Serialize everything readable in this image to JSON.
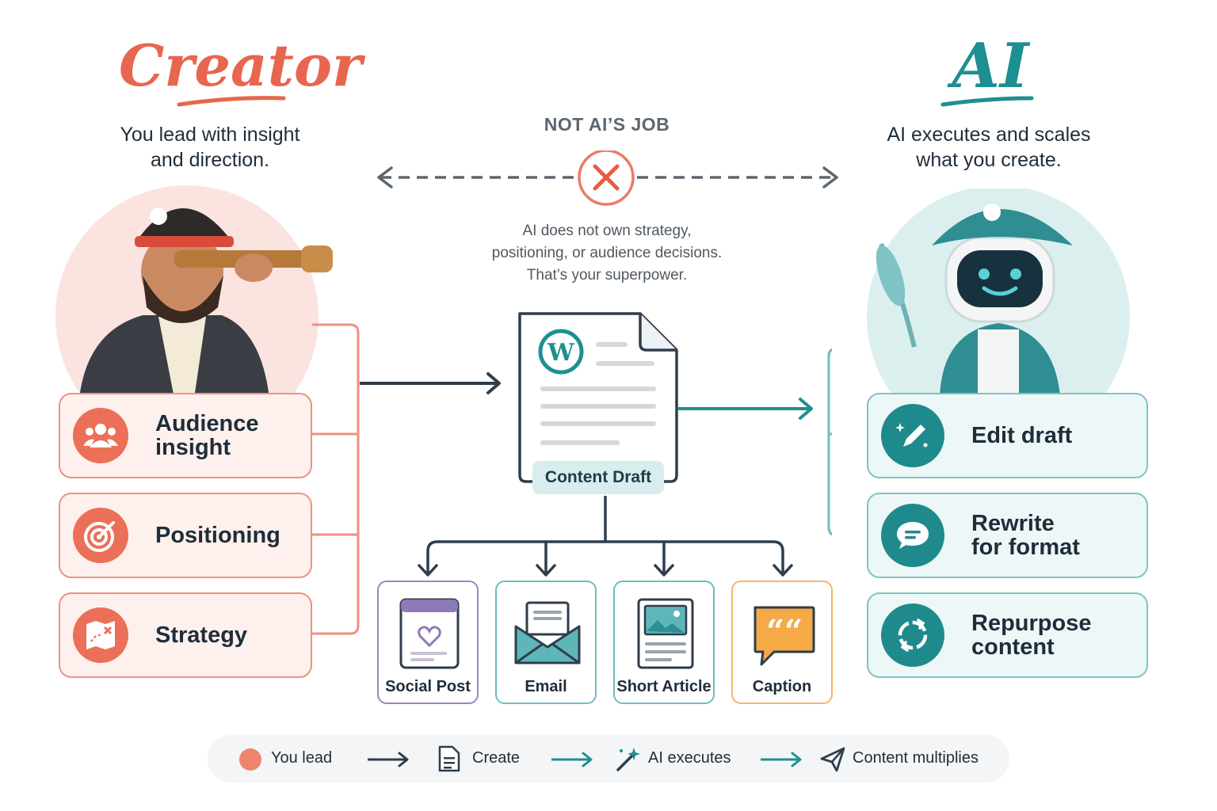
{
  "creator": {
    "title": "Creator",
    "subtitle_line1": "You lead with insight",
    "subtitle_line2": "and direction.",
    "items": [
      {
        "line1": "Audience",
        "line2": "insight",
        "icon": "users-icon"
      },
      {
        "line1": "Positioning",
        "line2": "",
        "icon": "target-icon"
      },
      {
        "line1": "Strategy",
        "line2": "",
        "icon": "map-icon"
      }
    ]
  },
  "ai": {
    "title": "AI",
    "subtitle_line1": "AI executes and scales",
    "subtitle_line2": "what you create.",
    "items": [
      {
        "line1": "Edit draft",
        "line2": "",
        "icon": "magic-pencil-icon"
      },
      {
        "line1": "Rewrite",
        "line2": "for format",
        "icon": "chat-bubble-icon"
      },
      {
        "line1": "Repurpose",
        "line2": "content",
        "icon": "cycle-icon"
      }
    ]
  },
  "center": {
    "heading": "NOT AI’S JOB",
    "note_line1": "AI does not own strategy,",
    "note_line2": "positioning, or audience decisions.",
    "note_line3": "That’s your superpower.",
    "draft_label": "Content Draft"
  },
  "outputs": [
    {
      "label": "Social Post",
      "icon": "social-post-icon",
      "color": "#9a86c0"
    },
    {
      "label": "Email",
      "icon": "envelope-icon",
      "color": "#6fbcbf"
    },
    {
      "label": "Short Article",
      "icon": "article-icon",
      "color": "#6fbcbf"
    },
    {
      "label": "Caption",
      "icon": "quote-bubble-icon",
      "color": "#f3b66b"
    }
  ],
  "legend": [
    {
      "label": "You lead",
      "icon": "dot-icon"
    },
    {
      "label": "Create",
      "icon": "document-icon"
    },
    {
      "label": "AI executes",
      "icon": "magic-wand-icon"
    },
    {
      "label": "Content multiplies",
      "icon": "paper-plane-icon"
    }
  ],
  "colors": {
    "creator_accent": "#e8664f",
    "ai_accent": "#1e8f91",
    "neutral_line": "#2f3d4c"
  }
}
